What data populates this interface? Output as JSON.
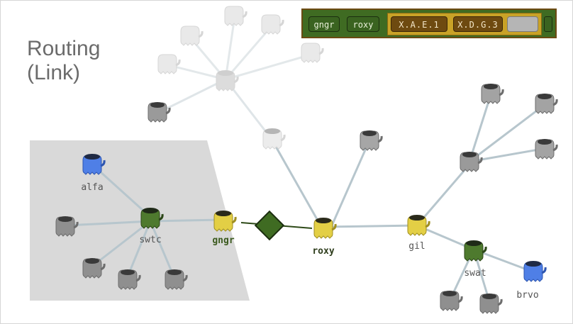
{
  "slide": {
    "title_line1": "Routing",
    "title_line2": "(Link)"
  },
  "tunnel_bar": {
    "hops": [
      "gngr",
      "roxy"
    ],
    "slots": [
      "X.A.E.1",
      "X.D.G.3",
      ""
    ]
  },
  "nodes": {
    "alfa": "alfa",
    "swtc": "swtc",
    "gngr": "gngr",
    "roxy": "roxy",
    "gil": "gil",
    "swat": "swat",
    "brvo": "brvo"
  },
  "colors": {
    "blue_router": "#4f7fe6",
    "green_router": "#4e7a2e",
    "yellow_router": "#e3cf45",
    "gray_router": "#8c8c8c",
    "faded_router": "#e6e6e6",
    "link_green": "#3f6b22",
    "edge": "#a9b9c2",
    "panel": "#d9d9d9"
  }
}
